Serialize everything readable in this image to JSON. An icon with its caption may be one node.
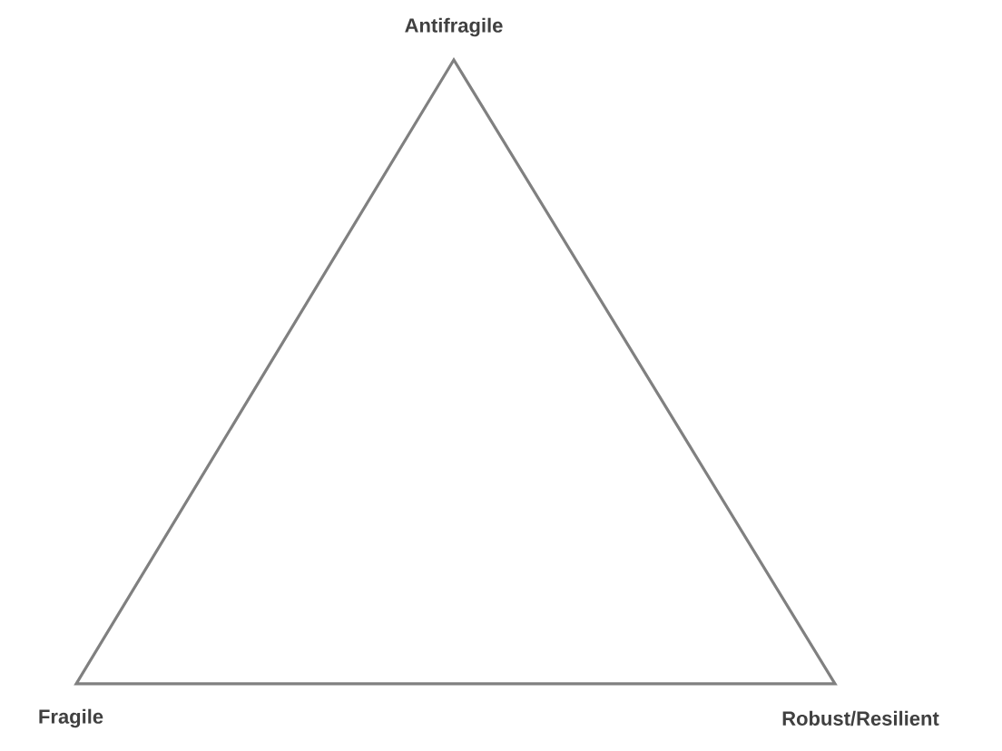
{
  "diagram": {
    "nodes": [
      {
        "text": [],
        "shape": "triangle"
      }
    ],
    "labels": [
      "Antifragile",
      "Fragile",
      "Robust/Resilient"
    ]
  }
}
